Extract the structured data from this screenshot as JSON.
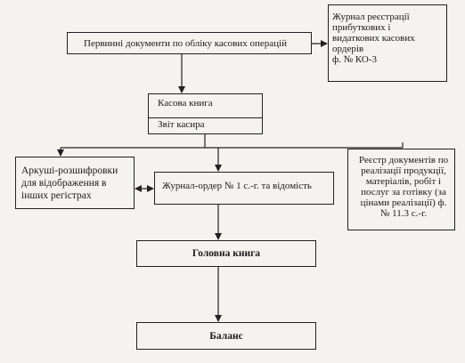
{
  "boxes": {
    "primary_docs": "Первинні документи по обліку касових операцій",
    "journal_register": "Журнал реєстрації\nприбуткових і\nвидаткових касових\nордерів\nф. № КО-3",
    "cash_book": "Касова книга",
    "cashier_report": "Звіт касира",
    "decode_sheets": "Аркуші-розшифровки\nдля відображення в\nінших регістрах",
    "journal_order": "Журнал-ордер № 1 с.-г. та відомість",
    "sales_register": "Реєстр документів по реалізації продукції, матеріалів, робіт і послуг за готівку (за цінами реалізації) ф. № 11.3 с.-г.",
    "general_ledger": "Головна книга",
    "balance": "Баланс"
  }
}
